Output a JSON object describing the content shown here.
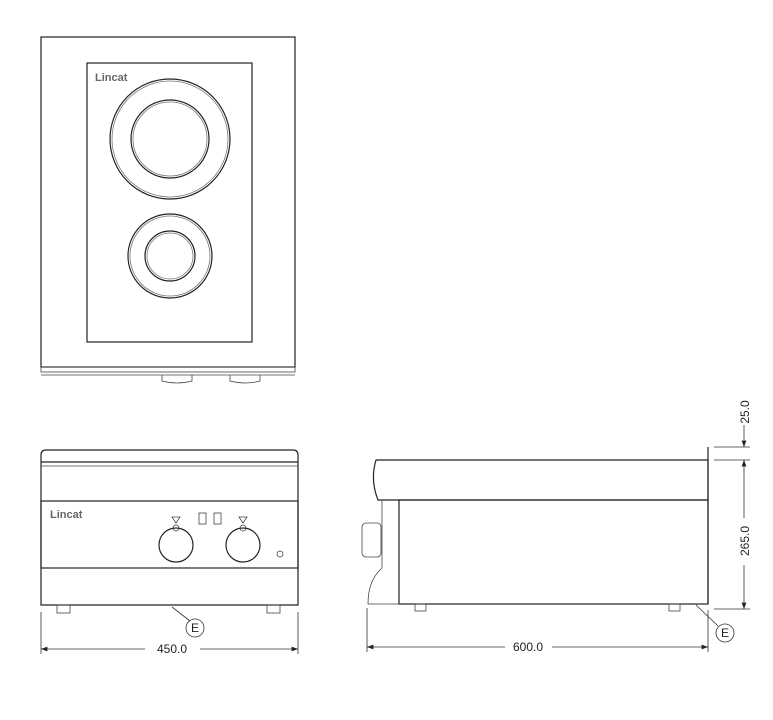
{
  "brand": "Lincat",
  "dimensions": {
    "width": "450.0",
    "depth": "600.0",
    "height": "265.0",
    "upstand": "25.0"
  },
  "callouts": {
    "front_foot": "E",
    "side_foot": "E"
  }
}
